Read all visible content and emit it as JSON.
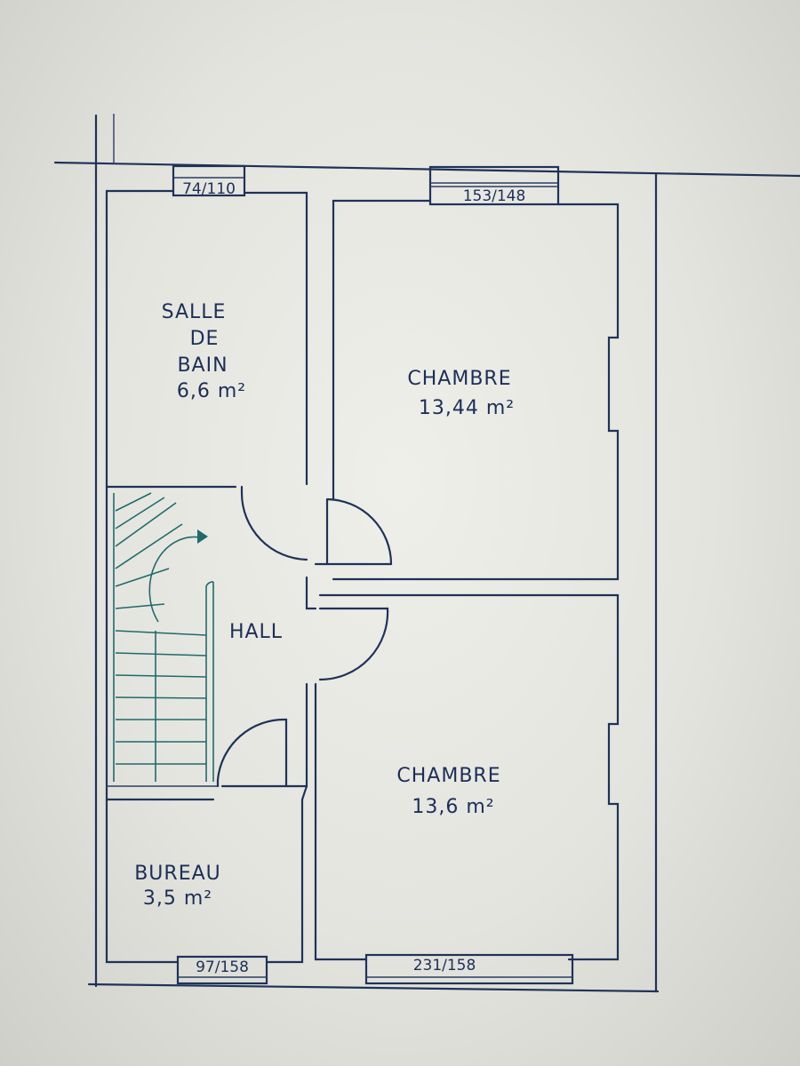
{
  "rooms": [
    {
      "name_lines": [
        "SALLE",
        "DE",
        "BAIN"
      ],
      "area": "6,6 m²"
    },
    {
      "name_lines": [
        "CHAMBRE"
      ],
      "area": "13,44 m²"
    },
    {
      "name_lines": [
        "HALL"
      ],
      "area": ""
    },
    {
      "name_lines": [
        "CHAMBRE"
      ],
      "area": "13,6 m²"
    },
    {
      "name_lines": [
        "BUREAU"
      ],
      "area": "3,5 m²"
    }
  ],
  "windows": [
    {
      "label": "74/110"
    },
    {
      "label": "153/148"
    },
    {
      "label": "97/158"
    },
    {
      "label": "231/158"
    }
  ],
  "colors": {
    "ink": "#1f3358",
    "stairs": "#1e6b6a",
    "paper": "#e8e8e3"
  }
}
